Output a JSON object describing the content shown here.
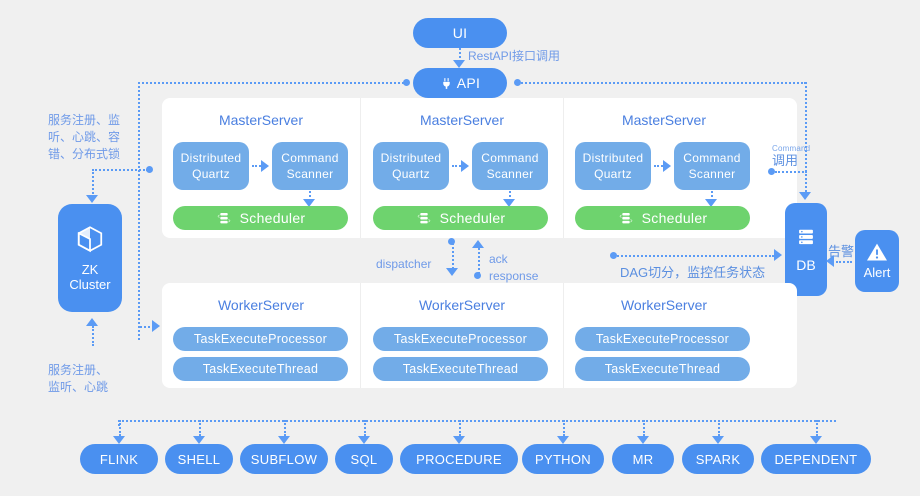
{
  "diagram": {
    "title": "Apache DolphinScheduler Architecture",
    "colors": {
      "primary_blue": "#4a90f0",
      "light_blue": "#72ace8",
      "green": "#6ed36e",
      "label_blue": "#6f9ae8",
      "canvas_bg": "#f0f0f0",
      "panel_bg": "#ffffff"
    }
  },
  "top": {
    "ui_label": "UI",
    "api_label": "API",
    "api_icon": "plug-icon",
    "rest_label": "RestAPI接口调用"
  },
  "left": {
    "zk_line1": "ZK",
    "zk_line2": "Cluster",
    "zk_icon": "cube-icon",
    "top_note": "服务注册、监\n听、心跳、容\n错、分布式锁",
    "bottom_note": "服务注册、\n监听、心跳"
  },
  "right": {
    "command_small": "Command",
    "command_cn": "调用",
    "db_label": "DB",
    "db_icon": "database-icon",
    "alert_label": "Alert",
    "alert_icon": "warning-triangle-icon",
    "alert_note": "告警",
    "dag_note": "DAG切分，监控任务状态"
  },
  "middle": {
    "dispatcher_label": "dispatcher",
    "ack_label": "ack\nresponse"
  },
  "masters": [
    {
      "title": "MasterServer",
      "quartz": "Distributed\nQuartz",
      "scanner": "Command\nScanner",
      "scheduler": "Scheduler",
      "scheduler_icon": "server-stack-icon"
    },
    {
      "title": "MasterServer",
      "quartz": "Distributed\nQuartz",
      "scanner": "Command\nScanner",
      "scheduler": "Scheduler",
      "scheduler_icon": "server-stack-icon"
    },
    {
      "title": "MasterServer",
      "quartz": "Distributed\nQuartz",
      "scanner": "Command\nScanner",
      "scheduler": "Scheduler",
      "scheduler_icon": "server-stack-icon"
    }
  ],
  "workers": [
    {
      "title": "WorkerServer",
      "processor": "TaskExecuteProcessor",
      "thread": "TaskExecuteThread"
    },
    {
      "title": "WorkerServer",
      "processor": "TaskExecuteProcessor",
      "thread": "TaskExecuteThread"
    },
    {
      "title": "WorkerServer",
      "processor": "TaskExecuteProcessor",
      "thread": "TaskExecuteThread"
    }
  ],
  "task_types": [
    "FLINK",
    "SHELL",
    "SUBFLOW",
    "SQL",
    "PROCEDURE",
    "PYTHON",
    "MR",
    "SPARK",
    "DEPENDENT"
  ]
}
